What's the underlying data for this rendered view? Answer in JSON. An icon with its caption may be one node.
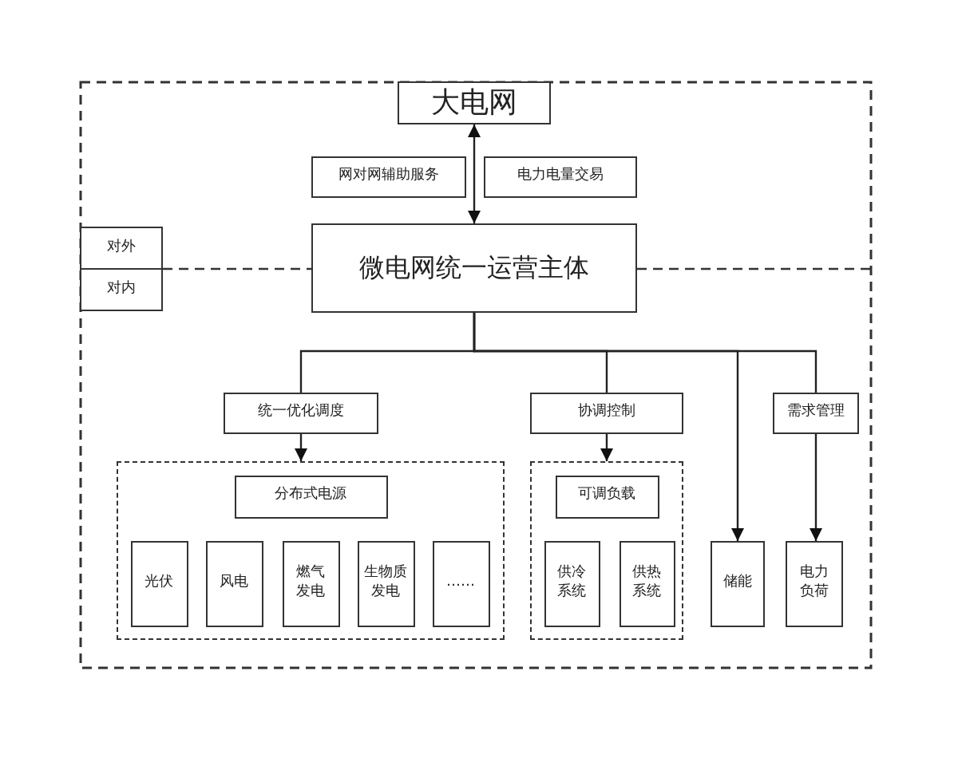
{
  "diagram": {
    "nodes": [
      {
        "text": [
          "大电网"
        ]
      },
      {
        "text": [
          "网对网辅助服务"
        ]
      },
      {
        "text": [
          "电力电量交易"
        ]
      },
      {
        "text": [
          "对外"
        ]
      },
      {
        "text": [
          "对内"
        ]
      },
      {
        "text": [
          "微电网统一运营主体"
        ]
      },
      {
        "text": [
          "统一优化调度"
        ]
      },
      {
        "text": [
          "协调控制"
        ]
      },
      {
        "text": [
          "需求管理"
        ]
      },
      {
        "text": [],
        "shape": "box"
      },
      {
        "text": [
          "分布式电源"
        ],
        "in": 9
      },
      {
        "text": [
          "光伏"
        ],
        "in": 9
      },
      {
        "text": [
          "风电"
        ],
        "in": 9
      },
      {
        "text": [
          "燃气发电"
        ],
        "in": 9
      },
      {
        "text": [
          "生物质发电"
        ],
        "in": 9
      },
      {
        "text": [
          "……"
        ],
        "in": 9
      },
      {
        "text": [],
        "shape": "box"
      },
      {
        "text": [
          "可调负载"
        ],
        "in": 16
      },
      {
        "text": [
          "供冷系统"
        ],
        "in": 16
      },
      {
        "text": [
          "供热系统"
        ],
        "in": 16
      },
      {
        "text": [
          "储能"
        ]
      },
      {
        "text": [
          "电力负荷"
        ]
      }
    ],
    "edges": [
      {
        "from": 5,
        "to": 0,
        "arrow": "both"
      },
      {
        "from": 5,
        "to": 6,
        "arrow": "none"
      },
      {
        "from": 5,
        "to": 7,
        "arrow": "none"
      },
      {
        "from": 5,
        "to": 20,
        "arrow": "to"
      },
      {
        "from": 5,
        "to": 8,
        "arrow": "none"
      },
      {
        "from": 6,
        "to": 9,
        "arrow": "to"
      },
      {
        "from": 7,
        "to": 16,
        "arrow": "to"
      },
      {
        "from": 8,
        "to": 21,
        "arrow": "to"
      }
    ]
  }
}
